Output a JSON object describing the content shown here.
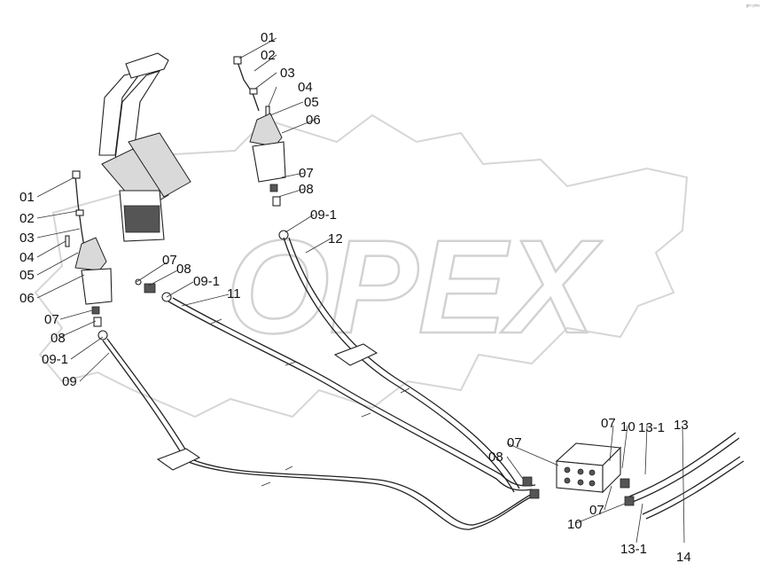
{
  "watermark": {
    "text": "OPEX"
  },
  "corner_mark": "ᵍᵐ ᵖᵐᵒ",
  "callouts": {
    "right_joystick": [
      "01",
      "02",
      "03",
      "04",
      "05",
      "06",
      "07",
      "08",
      "09-1",
      "12"
    ],
    "left_joystick": [
      "01",
      "02",
      "03",
      "04",
      "05",
      "06",
      "07",
      "08",
      "09-1",
      "09"
    ],
    "pedal_line": [
      "07",
      "08",
      "09-1",
      "11"
    ],
    "manifold": [
      "07",
      "08",
      "07",
      "10",
      "13-1",
      "13",
      "07",
      "10",
      "13-1",
      "14"
    ]
  }
}
